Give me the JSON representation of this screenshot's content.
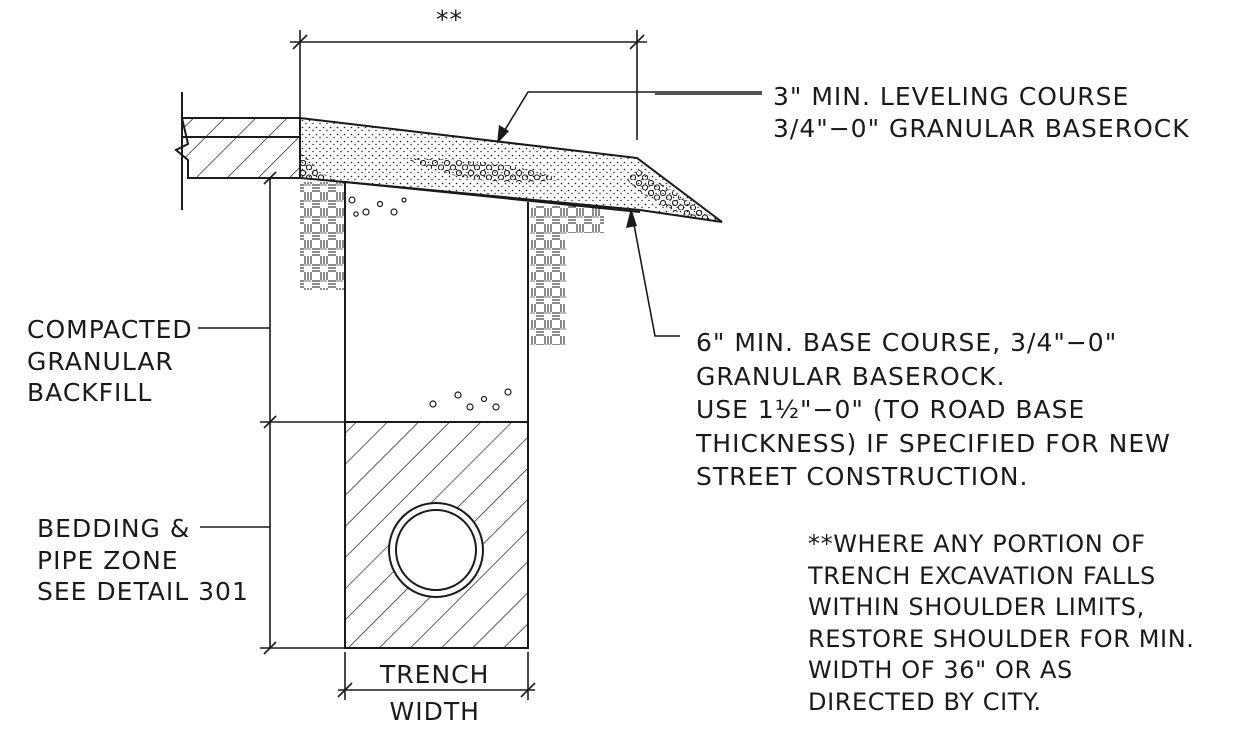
{
  "dimension_mark": "**",
  "leveling_course": {
    "lines": [
      "3\" MIN. LEVELING COURSE",
      "3/4\"−0\" GRANULAR BASEROCK"
    ]
  },
  "base_course": {
    "lines": [
      "6\" MIN. BASE COURSE, 3/4\"−0\"",
      "GRANULAR BASEROCK.",
      "USE 1½\"−0\" (TO ROAD BASE",
      "THICKNESS) IF SPECIFIED FOR NEW",
      "STREET CONSTRUCTION."
    ]
  },
  "backfill": {
    "lines": [
      "COMPACTED",
      "GRANULAR",
      "BACKFILL"
    ]
  },
  "bedding": {
    "lines": [
      "BEDDING &",
      "PIPE ZONE",
      "SEE DETAIL 301"
    ]
  },
  "trench_width": {
    "lines": [
      "TRENCH",
      "WIDTH"
    ]
  },
  "shoulder_note": {
    "lines": [
      "**WHERE ANY PORTION OF",
      "TRENCH EXCAVATION FALLS",
      "WITHIN SHOULDER LIMITS,",
      "RESTORE SHOULDER FOR MIN.",
      "WIDTH OF 36\" OR AS",
      "DIRECTED BY CITY."
    ]
  },
  "colors": {
    "ink": "#1a1a1a",
    "paper": "#ffffff"
  }
}
